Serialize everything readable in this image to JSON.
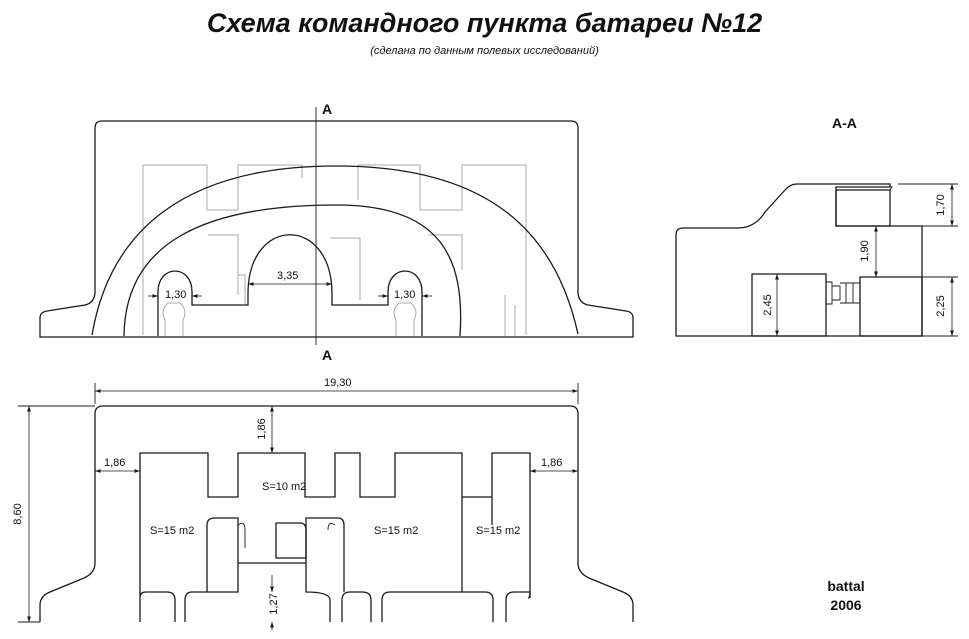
{
  "title": "Схема командного пункта батареи №12",
  "subtitle": "(сделана по данным полевых исследований)",
  "section_marks": {
    "top": "А",
    "bottom": "А",
    "section_title": "А-А"
  },
  "dimensions": {
    "niche_left": "1,30",
    "arch_center": "3,35",
    "niche_right": "1,30",
    "overall_width": "19,30",
    "overall_height": "8,60",
    "top_wall": "1,86",
    "left_wall": "1,86",
    "right_wall": "1,86",
    "bottom_gap": "1,27",
    "sec_top": "1,70",
    "sec_middle": "1,90",
    "sec_left": "2,45",
    "sec_right": "2,25"
  },
  "rooms": {
    "center_top": "S=10 m2",
    "left": "S=15 m2",
    "center_right": "S=15 m2",
    "right": "S=15 m2"
  },
  "author": {
    "name": "battal",
    "year": "2006"
  }
}
